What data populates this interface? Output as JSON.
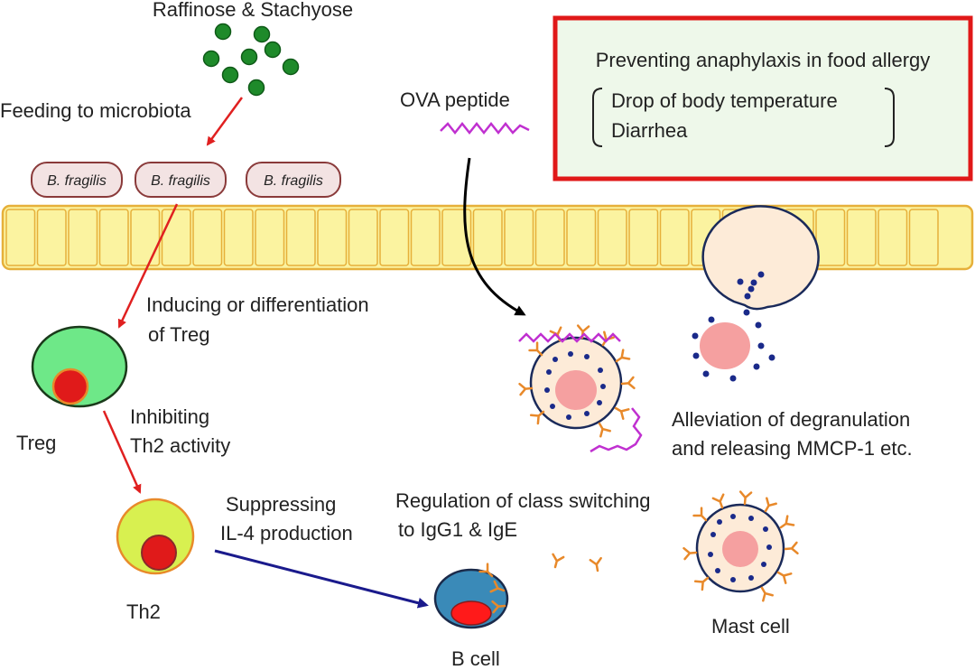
{
  "labels": {
    "sugars": "Raffinose & Stachyose",
    "feeding": "Feeding to microbiota",
    "ova": "OVA peptide",
    "inducing_1": "Inducing or differentiation",
    "inducing_2": "of Treg",
    "treg": "Treg",
    "inhibiting_1": "Inhibiting",
    "inhibiting_2": "Th2 activity",
    "th2": "Th2",
    "suppressing_1": "Suppressing",
    "suppressing_2": "IL-4 production",
    "regulation_1": "Regulation of class switching",
    "regulation_2": "to IgG1 & IgE",
    "bcell": "B cell",
    "mastcell": "Mast cell",
    "alleviation_1": "Alleviation of degranulation",
    "alleviation_2": "and releasing MMCP-1 etc."
  },
  "bacteria": [
    "B. fragilis",
    "B. fragilis",
    "B. fragilis"
  ],
  "info_box": {
    "title": "Preventing anaphylaxis in food allergy",
    "items": [
      "Drop of body temperature",
      "Diarrhea"
    ]
  },
  "colors": {
    "red_arrow": "#e02020",
    "blue_arrow": "#1a1a8c",
    "epithelium": "#fbf3a0",
    "epithelium_border": "#e6b03a",
    "box_border": "#e01818",
    "box_fill": "#eef8ea",
    "sugar": "#1e8a2a",
    "ova_peptide": "#c030d0",
    "antibody": "#e8892a",
    "granule": "#1a2a8a"
  }
}
